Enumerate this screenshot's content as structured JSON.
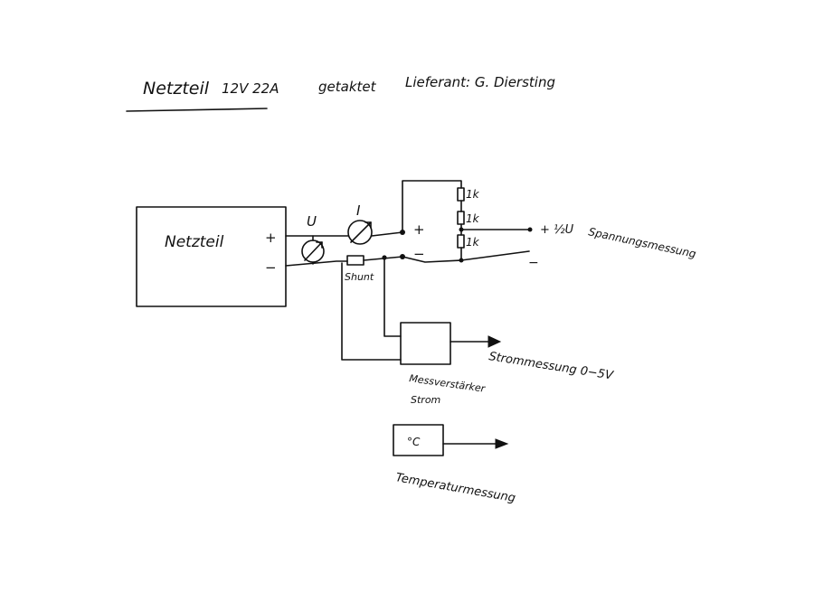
{
  "header": {
    "title": "Netzteil",
    "rating": "12V 22A",
    "type": "getaktet",
    "supplier": "Lieferant: G. Diersting"
  },
  "power_supply": {
    "label": "Netzteil",
    "plus": "+",
    "minus": "−"
  },
  "meters": {
    "voltage_label": "U",
    "current_label": "I"
  },
  "shunt": {
    "label": "Shunt"
  },
  "terminals": {
    "plus": "+",
    "minus": "−"
  },
  "divider": {
    "resistors": [
      "1k",
      "1k",
      "1k"
    ],
    "tap_label": "+ ½U",
    "minus_label": "−",
    "function_label": "Spannungsmessung"
  },
  "amplifier": {
    "label_line1": "Messverstärker",
    "label_line2": "Strom",
    "output_label": "Strommessung 0−5V"
  },
  "temperature": {
    "symbol": "°C",
    "label": "Temperaturmessung"
  }
}
